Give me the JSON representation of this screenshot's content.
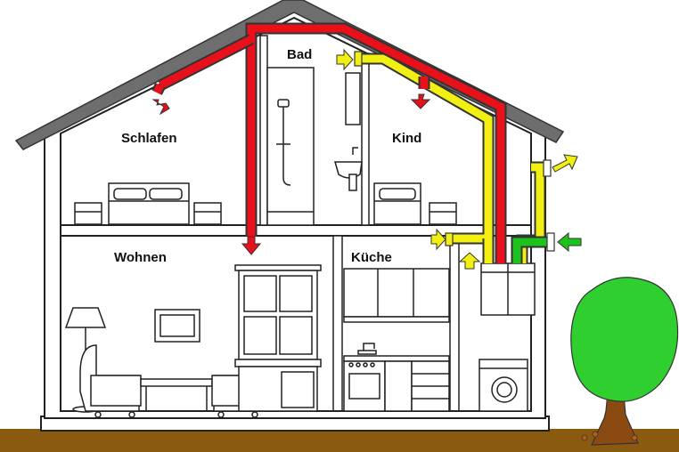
{
  "rooms": {
    "bad": "Bad",
    "schlafen": "Schlafen",
    "kind": "Kind",
    "wohnen": "Wohnen",
    "kueche": "Küche"
  },
  "colors": {
    "supply_duct": "#e8101a",
    "extract_duct": "#f2ef12",
    "outdoor_air_duct": "#1dc21d",
    "roof": "#6e6e6e",
    "ground": "#8a5a10",
    "tree_foliage": "#2fcf2f",
    "tree_trunk": "#8b4a12",
    "house_line": "#222222"
  },
  "icons": [
    "supply-air-arrow-icon",
    "extract-air-arrow-icon",
    "exhaust-air-arrow-icon",
    "outdoor-air-arrow-icon",
    "shower-icon",
    "sink-icon",
    "bed-icon",
    "armchair-icon",
    "floor-lamp-icon",
    "picture-frame-icon",
    "cupboard-icon",
    "stove-icon",
    "faucet-icon",
    "washing-machine-icon",
    "ventilation-unit-icon",
    "tree-icon"
  ]
}
